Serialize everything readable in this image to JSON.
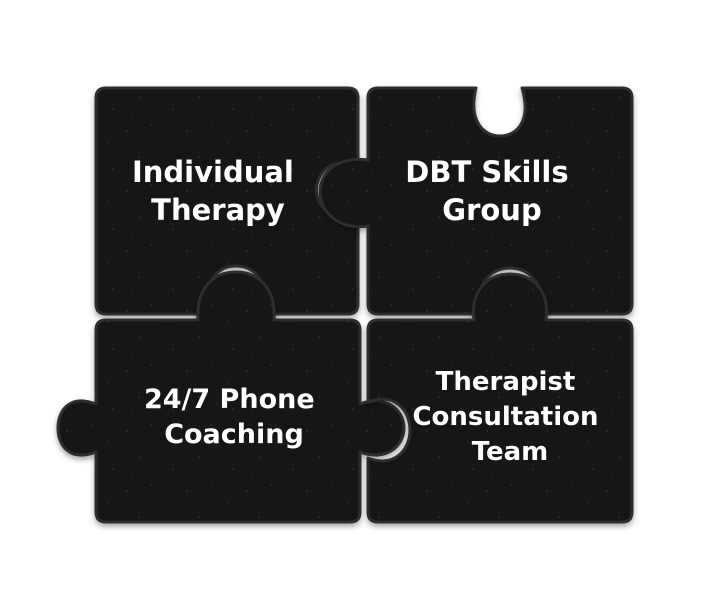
{
  "colors": {
    "background": "#ffffff",
    "piece_fill": "#141414",
    "piece_border": "#2f2f2f",
    "piece_edge": "#000000",
    "text": "#ffffff"
  },
  "pieces": [
    {
      "id": "individual-therapy",
      "lines": [
        "Individual",
        "Therapy"
      ]
    },
    {
      "id": "dbt-skills-group",
      "lines": [
        "DBT Skills",
        "Group"
      ]
    },
    {
      "id": "phone-coaching",
      "lines": [
        "24/7 Phone",
        "Coaching"
      ]
    },
    {
      "id": "consultation-team",
      "lines": [
        "Therapist",
        "Consultation",
        "Team"
      ]
    }
  ]
}
